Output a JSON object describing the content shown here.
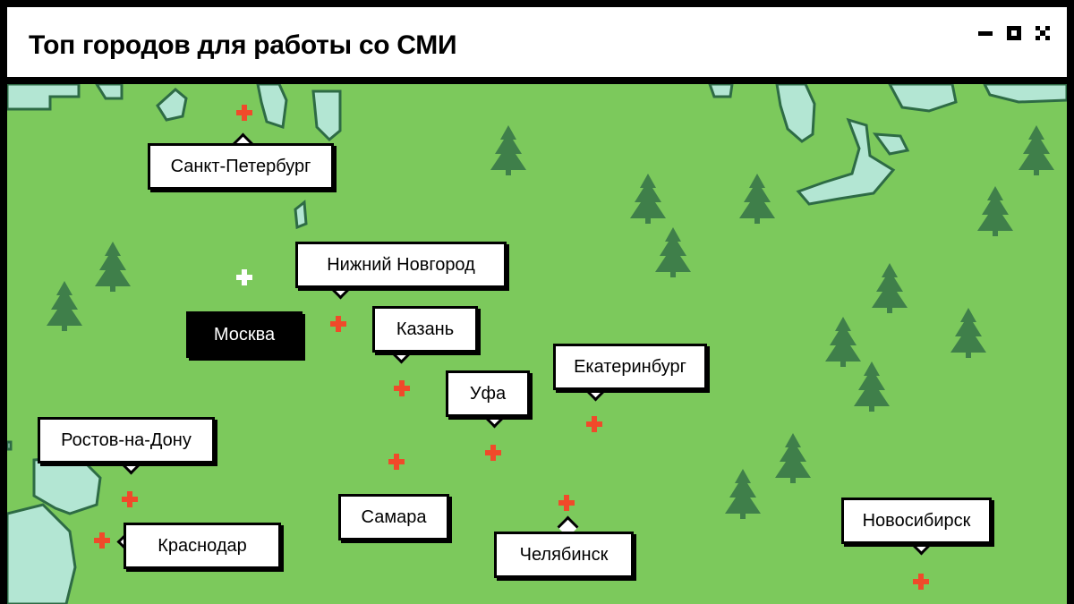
{
  "window": {
    "title": "Топ городов для работы со СМИ",
    "controls": [
      "minimize-icon",
      "maximize-icon",
      "close-icon"
    ]
  },
  "colors": {
    "land": "#7cc95c",
    "water": "#b3e6d3",
    "tree": "#3f7f4a",
    "marker": "#f04a2a",
    "active_marker": "#ffffff",
    "active_city_bg": "#000000"
  },
  "cities": [
    {
      "id": "saint-petersburg",
      "label": "Санкт-Петербург"
    },
    {
      "id": "nizhny-novgorod",
      "label": "Нижний Новгород"
    },
    {
      "id": "moscow",
      "label": "Москва",
      "active": true
    },
    {
      "id": "kazan",
      "label": "Казань"
    },
    {
      "id": "ekaterinburg",
      "label": "Екатеринбург"
    },
    {
      "id": "ufa",
      "label": "Уфа"
    },
    {
      "id": "rostov-na-donu",
      "label": "Ростов-на-Дону"
    },
    {
      "id": "samara",
      "label": "Самара"
    },
    {
      "id": "krasnodar",
      "label": "Краснодар"
    },
    {
      "id": "chelyabinsk",
      "label": "Челябинск"
    },
    {
      "id": "novosibirsk",
      "label": "Новосибирск"
    }
  ]
}
